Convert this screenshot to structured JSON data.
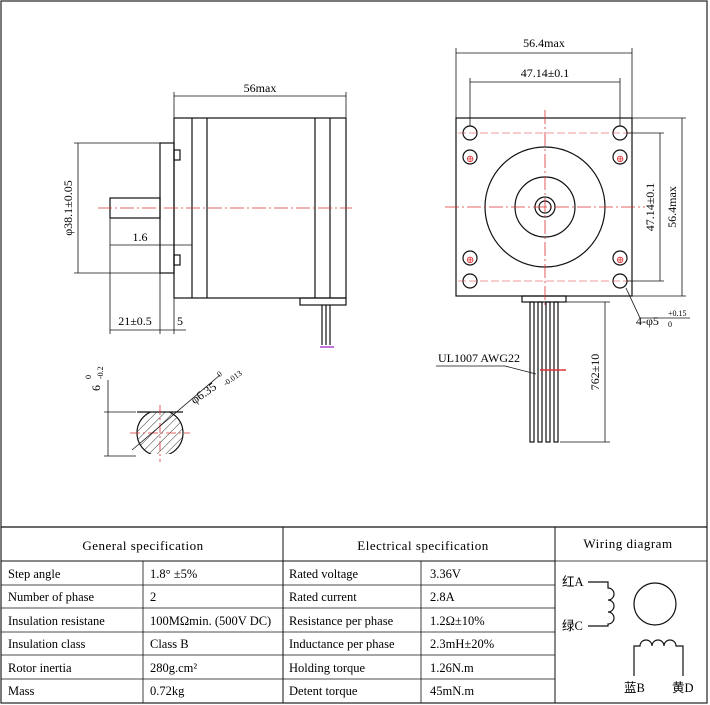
{
  "side_view": {
    "length": "56max",
    "shaft_diameter": "φ38.1±0.05",
    "boss_depth": "1.6",
    "shaft_length": "21±0.5",
    "flange": "5"
  },
  "shaft_section": {
    "flat": "6",
    "flat_tol_upper": "0",
    "flat_tol_lower": "-0.2",
    "diameter": "φ6.35",
    "diameter_tol_upper": "0",
    "diameter_tol_lower": "-0.013"
  },
  "front_view": {
    "width": "56.4max",
    "hole_pitch_x": "47.14±0.1",
    "hole_pitch_y": "47.14±0.1",
    "height": "56.4max",
    "holes": "4-φ5",
    "holes_tol_upper": "+0.15",
    "holes_tol_lower": "0",
    "lead_length": "762±10",
    "wire_label": "UL1007  AWG22"
  },
  "table": {
    "general_header": "General  specification",
    "electrical_header": "Electrical  specification",
    "wiring_header": "Wiring diagram",
    "general_rows": [
      {
        "label": "Step angle",
        "value": "1.8° ±5%"
      },
      {
        "label": "Number of phase",
        "value": "2"
      },
      {
        "label": "Insulation resistane",
        "value": "100MΩmin. (500V DC)"
      },
      {
        "label": "Insulation class",
        "value": "Class B"
      },
      {
        "label": "Rotor inertia",
        "value": "280g.cm²"
      },
      {
        "label": "Mass",
        "value": "0.72kg"
      }
    ],
    "electrical_rows": [
      {
        "label": "Rated voltage",
        "value": "3.36V"
      },
      {
        "label": "Rated current",
        "value": "2.8A"
      },
      {
        "label": "Resistance per phase",
        "value": "1.2Ω±10%"
      },
      {
        "label": "Inductance per phase",
        "value": "2.3mH±20%"
      },
      {
        "label": "Holding torque",
        "value": "1.26N.m"
      },
      {
        "label": "Detent torque",
        "value": "45mN.m"
      }
    ],
    "wiring": {
      "a_label": "红A",
      "c_label": "绿C",
      "b_label": "蓝B",
      "d_label": "黄D"
    }
  }
}
